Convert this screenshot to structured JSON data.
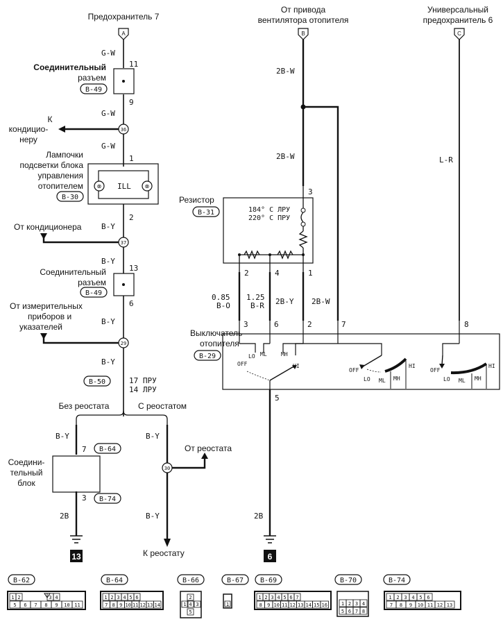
{
  "sources": {
    "fuse7": "Предохранитель 7",
    "fan_drive_1": "От привода",
    "fan_drive_2": "вентилятора отопителя",
    "universal_fuse_1": "Универсальный",
    "universal_fuse_2": "предохранитель 6",
    "letter_a": "A",
    "letter_b": "B",
    "letter_c": "C"
  },
  "left": {
    "gw_1": "G-W",
    "gw_2": "G-W",
    "gw_3": "G-W",
    "pin_11": "11",
    "pin_9": "9",
    "pin_1": "1",
    "pin_2": "2",
    "pin_13": "13",
    "pin_6": "6",
    "conn1_l1": "Соединительный",
    "conn1_l2": "разъем",
    "conn1_code": "B-49",
    "to_ac_1": "К",
    "to_ac_2": "кондицио-",
    "to_ac_3": "неру",
    "node_36": "36",
    "lamp_l1": "Лампочки",
    "lamp_l2": "подсветки блока",
    "lamp_l3": "управления",
    "lamp_l4": "отопителем",
    "lamp_code": "B-30",
    "ill": "ILL",
    "by_1": "B-Y",
    "by_2": "B-Y",
    "by_3": "B-Y",
    "by_4": "B-Y",
    "from_ac": "От кондиционера",
    "node_37": "37",
    "conn2_l1": "Соединительный",
    "conn2_l2": "разъем",
    "conn2_code": "B-49",
    "meters_1": "От измерительных",
    "meters_2": "приборов и",
    "meters_3": "указателей",
    "node_29": "29",
    "b50_code": "B-50",
    "b50_pin1": "17 ПРУ",
    "b50_pin2": "14 ЛРУ",
    "no_rheo": "Без реостата",
    "with_rheo": "С реостатом",
    "by_5": "B-Y",
    "pin_7": "7",
    "b64_code": "B-64",
    "jb_1": "Соедини-",
    "jb_2": "тельный",
    "jb_3": "блок",
    "pin_3": "3",
    "b74_code": "B-74",
    "b2b": "2B",
    "ground_13": "13",
    "by_6": "B-Y",
    "from_rheo": "От реостата",
    "node_30": "30",
    "by_7": "B-Y",
    "to_rheo": "К реостату"
  },
  "right": {
    "w2bw_1": "2B-W",
    "w2bw_2": "2B-W",
    "resistor": "Резистор",
    "resistor_code": "B-31",
    "r_pin3": "3",
    "temp_1": "184° C  ЛРУ",
    "temp_2": "220° C  ПРУ",
    "r_pin2": "2",
    "r_pin4": "4",
    "r_pin1": "1",
    "w085": "0.85",
    "w085c": "B-O",
    "w125": "1.25",
    "w125c": "B-R",
    "w2by": "2B-Y",
    "w2bw_3": "2B-W",
    "lr": "L-R",
    "switch_1": "Выключатель",
    "switch_2": "отопителя",
    "switch_code": "B-29",
    "s_pin3": "3",
    "s_pin6": "6",
    "s_pin2": "2",
    "s_pin7": "7",
    "s_pin8": "8",
    "off": "OFF",
    "lo": "LO",
    "ml": "ML",
    "mh": "MH",
    "hi": "HI",
    "s_pin5": "5",
    "b2b_r": "2B",
    "ground_6": "6"
  },
  "connectors": {
    "b62": "B-62",
    "b62_r1": [
      "1",
      "2",
      "",
      "",
      "",
      "",
      "3",
      "4"
    ],
    "b62_r2": [
      "5",
      "6",
      "7",
      "8",
      "9",
      "10",
      "11"
    ],
    "b64": "B-64",
    "b64_r1": [
      "1",
      "2",
      "3",
      "4",
      "5",
      "6"
    ],
    "b64_r2": [
      "7",
      "8",
      "9",
      "10",
      "11",
      "12",
      "13",
      "14"
    ],
    "b66": "B-66",
    "b66_cells": [
      "2",
      "1",
      "4",
      "3",
      "5"
    ],
    "b67": "B-67",
    "b67_cell": "1",
    "b69": "B-69",
    "b69_r1": [
      "1",
      "2",
      "3",
      "4",
      "5",
      "6",
      "7"
    ],
    "b69_r2": [
      "8",
      "9",
      "10",
      "11",
      "12",
      "13",
      "14",
      "15",
      "16"
    ],
    "b70": "B-70",
    "b70_r1": [
      "1",
      "2",
      "3",
      "4"
    ],
    "b70_r2": [
      "5",
      "6",
      "7",
      "8"
    ],
    "b74": "B-74",
    "b74_r1": [
      "1",
      "2",
      "3",
      "4",
      "5",
      "6"
    ],
    "b74_r2": [
      "7",
      "8",
      "9",
      "10",
      "11",
      "12",
      "13"
    ]
  }
}
